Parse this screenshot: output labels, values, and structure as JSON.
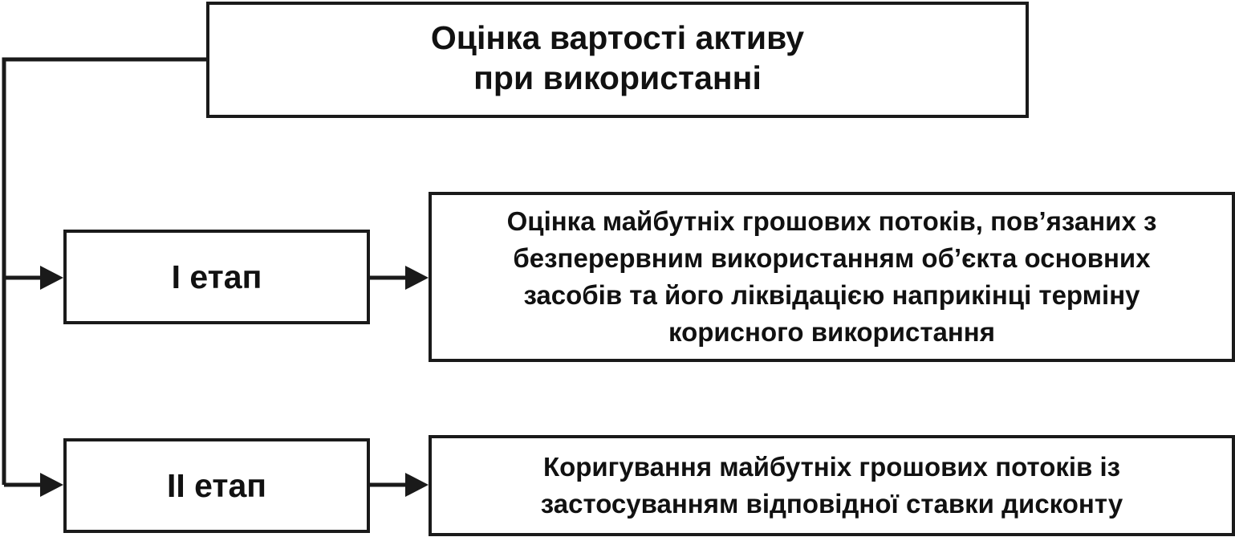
{
  "diagram": {
    "title": {
      "lines": [
        "Оцінка вартості активу",
        "при використанні"
      ]
    },
    "stages": [
      {
        "label": "І етап",
        "description_lines": [
          "Оцінка майбутніх грошових потоків, пов’язаних з",
          "безперервним використанням об’єкта основних",
          "засобів та його ліквідацією наприкінці терміну",
          "корисного використання"
        ]
      },
      {
        "label": "ІІ етап",
        "description_lines": [
          "Коригування майбутніх грошових потоків із",
          "застосуванням відповідної ставки дисконту"
        ]
      }
    ]
  }
}
